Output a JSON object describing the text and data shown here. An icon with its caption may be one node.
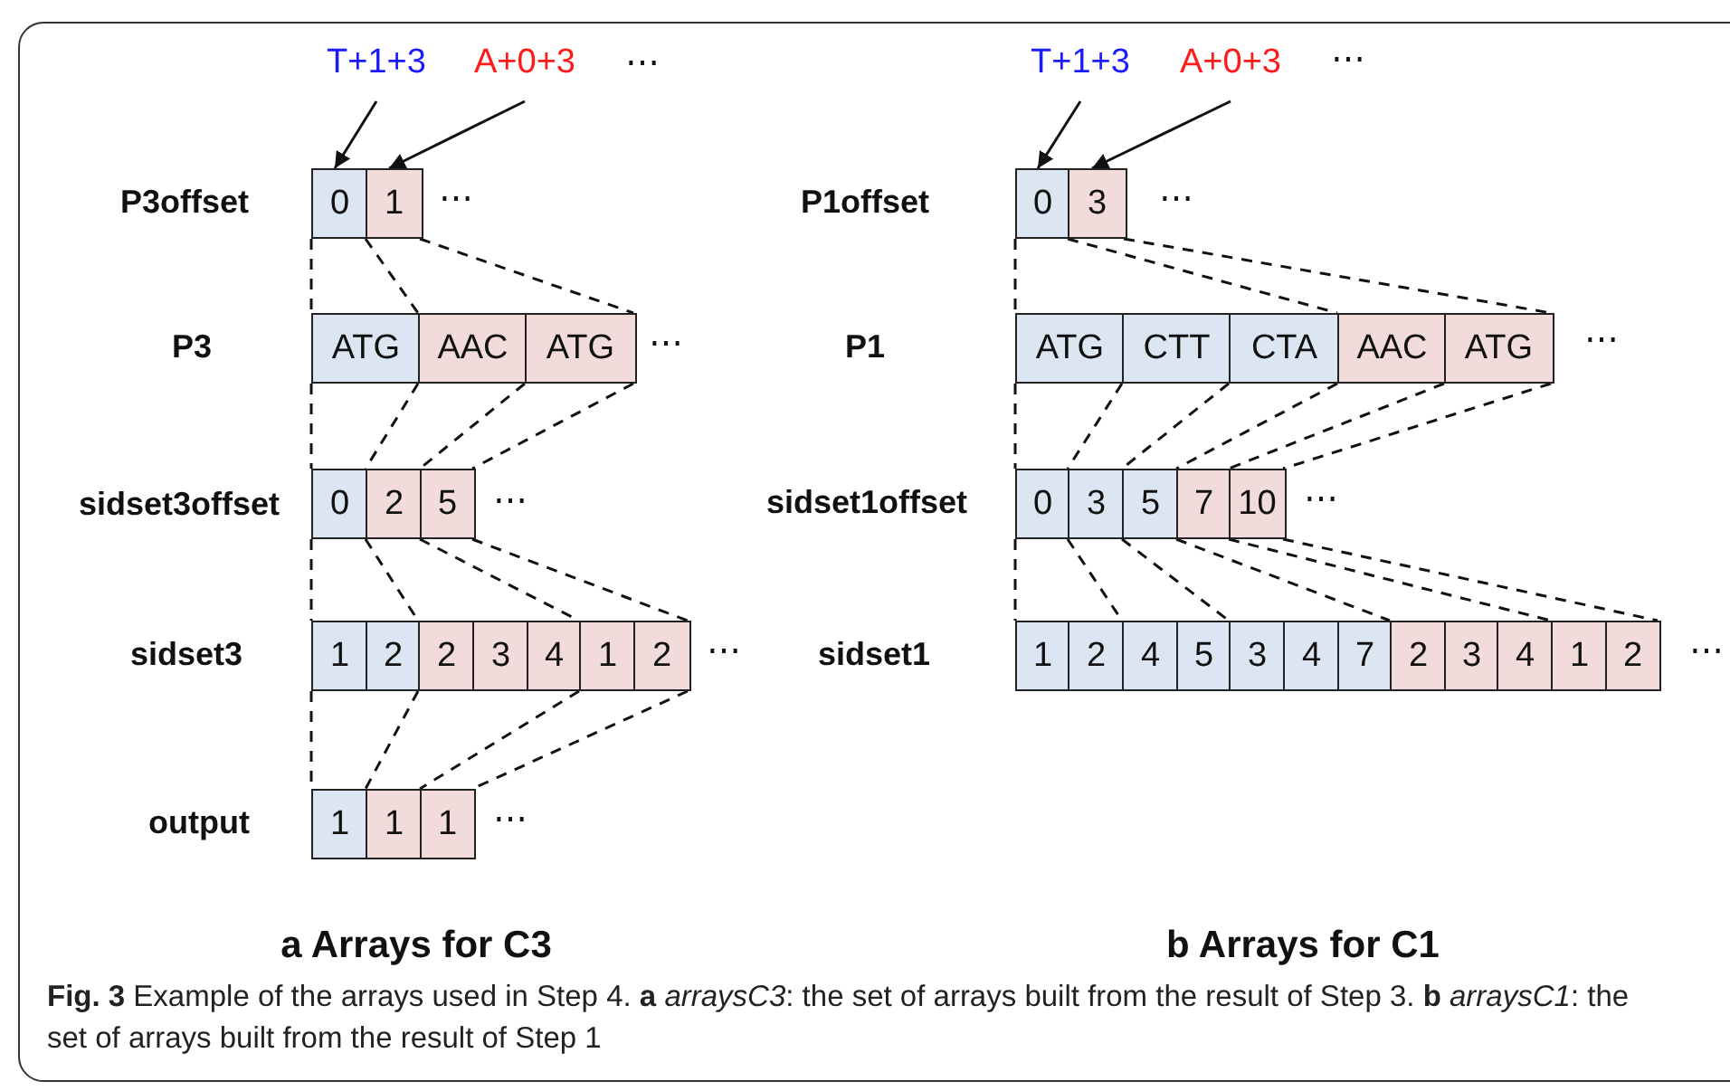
{
  "diagram": {
    "caption": "**Fig. 3** Example of the arrays used in Step 4. **a** *arraysC3*: the set of arrays built from the result of Step 3. **b** *arraysC1*: the set of arrays built from the result of Step 1",
    "nodes": [
      {
        "text": [
          "T+1+3"
        ]
      },
      {
        "text": [
          "A+0+3"
        ]
      },
      {
        "text": [
          "0"
        ]
      },
      {
        "text": [
          "1"
        ]
      },
      {
        "text": [
          "ATG"
        ]
      },
      {
        "text": [
          "AAC"
        ]
      },
      {
        "text": [
          "ATG"
        ]
      },
      {
        "text": [
          "0"
        ]
      },
      {
        "text": [
          "2"
        ]
      },
      {
        "text": [
          "5"
        ]
      },
      {
        "text": [
          "1"
        ]
      },
      {
        "text": [
          "2"
        ]
      },
      {
        "text": [
          "2"
        ]
      },
      {
        "text": [
          "3"
        ]
      },
      {
        "text": [
          "4"
        ]
      },
      {
        "text": [
          "1"
        ]
      },
      {
        "text": [
          "2"
        ]
      },
      {
        "text": [
          "1"
        ]
      },
      {
        "text": [
          "1"
        ]
      },
      {
        "text": [
          "1"
        ]
      },
      {
        "text": [
          "T+1+3"
        ]
      },
      {
        "text": [
          "A+0+3"
        ]
      },
      {
        "text": [
          "0"
        ]
      },
      {
        "text": [
          "3"
        ]
      },
      {
        "text": [
          "ATG"
        ]
      },
      {
        "text": [
          "CTT"
        ]
      },
      {
        "text": [
          "CTA"
        ]
      },
      {
        "text": [
          "AAC"
        ]
      },
      {
        "text": [
          "ATG"
        ]
      },
      {
        "text": [
          "0"
        ]
      },
      {
        "text": [
          "3"
        ]
      },
      {
        "text": [
          "5"
        ]
      },
      {
        "text": [
          "7"
        ]
      },
      {
        "text": [
          "10"
        ]
      },
      {
        "text": [
          "1"
        ]
      },
      {
        "text": [
          "2"
        ]
      },
      {
        "text": [
          "4"
        ]
      },
      {
        "text": [
          "5"
        ]
      },
      {
        "text": [
          "3"
        ]
      },
      {
        "text": [
          "4"
        ]
      },
      {
        "text": [
          "7"
        ]
      },
      {
        "text": [
          "2"
        ]
      },
      {
        "text": [
          "3"
        ]
      },
      {
        "text": [
          "4"
        ]
      },
      {
        "text": [
          "1"
        ]
      },
      {
        "text": [
          "2"
        ]
      }
    ],
    "edges": [
      {
        "from": 0,
        "to": 2,
        "arrow": "to"
      },
      {
        "from": 1,
        "to": 3,
        "arrow": "to"
      },
      {
        "from": 2,
        "to": 4,
        "arrow": "none",
        "style": "dashed"
      },
      {
        "from": 3,
        "to": 5,
        "arrow": "none",
        "style": "dashed"
      },
      {
        "from": 3,
        "to": 6,
        "arrow": "none",
        "style": "dashed"
      },
      {
        "from": 4,
        "to": 7,
        "arrow": "none",
        "style": "dashed"
      },
      {
        "from": 5,
        "to": 8,
        "arrow": "none",
        "style": "dashed"
      },
      {
        "from": 6,
        "to": 9,
        "arrow": "none",
        "style": "dashed"
      },
      {
        "from": 6,
        "to": 9,
        "arrow": "none",
        "style": "dashed"
      },
      {
        "from": 7,
        "to": 10,
        "arrow": "none",
        "style": "dashed"
      },
      {
        "from": 8,
        "to": 12,
        "arrow": "none",
        "style": "dashed"
      },
      {
        "from": 9,
        "to": 15,
        "arrow": "none",
        "style": "dashed"
      },
      {
        "from": 9,
        "to": 16,
        "arrow": "none",
        "style": "dashed"
      },
      {
        "from": 10,
        "to": 17,
        "arrow": "none",
        "style": "dashed"
      },
      {
        "from": 12,
        "to": 18,
        "arrow": "none",
        "style": "dashed"
      },
      {
        "from": 15,
        "to": 19,
        "arrow": "none",
        "style": "dashed"
      },
      {
        "from": 16,
        "to": 19,
        "arrow": "none",
        "style": "dashed"
      },
      {
        "from": 20,
        "to": 22,
        "arrow": "to"
      },
      {
        "from": 21,
        "to": 23,
        "arrow": "to"
      },
      {
        "from": 22,
        "to": 24,
        "arrow": "none",
        "style": "dashed"
      },
      {
        "from": 23,
        "to": 27,
        "arrow": "none",
        "style": "dashed"
      },
      {
        "from": 23,
        "to": 28,
        "arrow": "none",
        "style": "dashed"
      },
      {
        "from": 24,
        "to": 29,
        "arrow": "none",
        "style": "dashed"
      },
      {
        "from": 25,
        "to": 30,
        "arrow": "none",
        "style": "dashed"
      },
      {
        "from": 26,
        "to": 31,
        "arrow": "none",
        "style": "dashed"
      },
      {
        "from": 27,
        "to": 32,
        "arrow": "none",
        "style": "dashed"
      },
      {
        "from": 28,
        "to": 33,
        "arrow": "none",
        "style": "dashed"
      },
      {
        "from": 28,
        "to": 33,
        "arrow": "none",
        "style": "dashed"
      },
      {
        "from": 29,
        "to": 34,
        "arrow": "none",
        "style": "dashed"
      },
      {
        "from": 30,
        "to": 36,
        "arrow": "none",
        "style": "dashed"
      },
      {
        "from": 31,
        "to": 38,
        "arrow": "none",
        "style": "dashed"
      },
      {
        "from": 32,
        "to": 41,
        "arrow": "none",
        "style": "dashed"
      },
      {
        "from": 33,
        "to": 44,
        "arrow": "none",
        "style": "dashed"
      },
      {
        "from": 33,
        "to": 45,
        "arrow": "none",
        "style": "dashed"
      }
    ],
    "labels": [
      "⋯",
      "P3offset",
      "⋯",
      "P3",
      "⋯",
      "sidset3offset",
      "⋯",
      "sidset3",
      "⋯",
      "output",
      "⋯",
      "a Arrays for C3",
      "⋯",
      "P1offset",
      "⋯",
      "P1",
      "⋯",
      "sidset1offset",
      "⋯",
      "sidset1",
      "⋯",
      "b Arrays for C1"
    ]
  }
}
